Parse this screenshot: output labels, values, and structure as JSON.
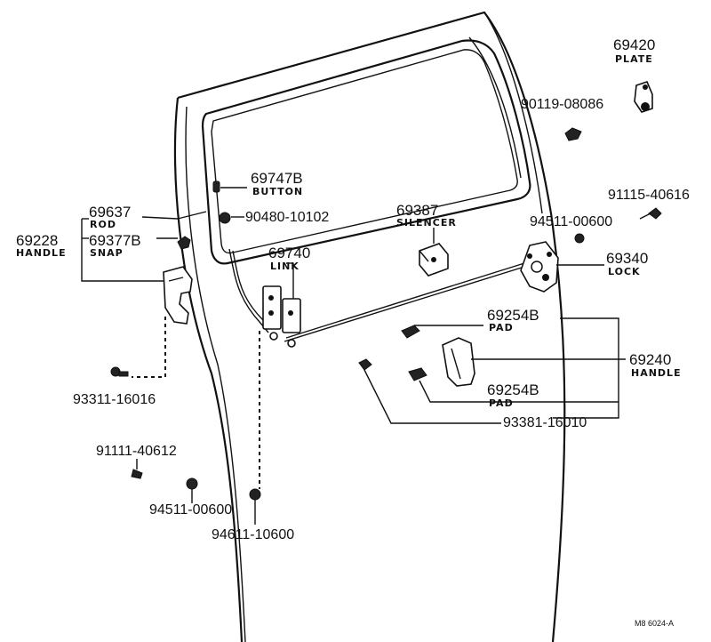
{
  "parts": {
    "plate": {
      "number": "69420",
      "name": "PLATE"
    },
    "bolt_top": {
      "number": "90119-08086"
    },
    "screw_right": {
      "number": "91115-40616"
    },
    "button": {
      "number": "69747B",
      "name": "BUTTON"
    },
    "rod": {
      "number": "69637",
      "name": "ROD"
    },
    "clip": {
      "number": "90480-10102"
    },
    "silencer": {
      "number": "69387",
      "name": "SILENCER"
    },
    "nut_right": {
      "number": "94511-00600"
    },
    "handle_inner": {
      "number": "69228",
      "name": "HANDLE"
    },
    "snap": {
      "number": "69377B",
      "name": "SNAP"
    },
    "link": {
      "number": "69740",
      "name": "LINK"
    },
    "lock": {
      "number": "69340",
      "name": "LOCK"
    },
    "pad_top": {
      "number": "69254B",
      "name": "PAD"
    },
    "handle_outer": {
      "number": "69240",
      "name": "HANDLE"
    },
    "pad_bottom": {
      "number": "69254B",
      "name": "PAD"
    },
    "screw_left": {
      "number": "93311-16016"
    },
    "screw_bottom": {
      "number": "93381-16010"
    },
    "screw_lower": {
      "number": "91111-40612"
    },
    "nut_lower": {
      "number": "94511-00600"
    },
    "nut_bottom": {
      "number": "94611-10600"
    }
  },
  "footer": {
    "code": "M8 6024-A"
  }
}
